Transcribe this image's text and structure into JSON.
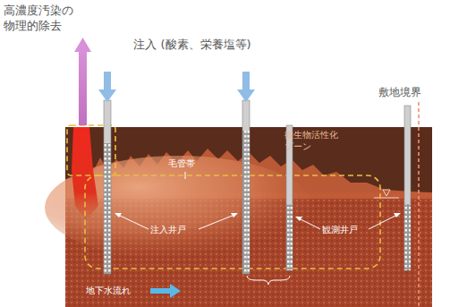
{
  "diagram": {
    "labels": [
      "高濃度汚染の 物理的除去",
      "注入 (酸素、栄養塩等)",
      "敷地境界",
      "微生物活性化 ゾーン",
      "毛管帯",
      "注入井戸",
      "観測井戸",
      "地下水流れ"
    ]
  }
}
